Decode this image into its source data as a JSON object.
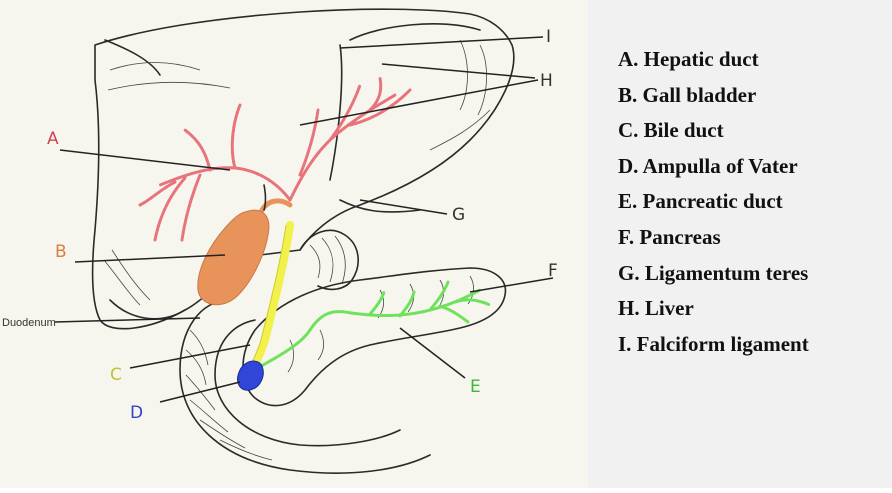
{
  "diagram": {
    "labels": {
      "A": "A",
      "B": "B",
      "C": "C",
      "D": "D",
      "E": "E",
      "F": "F",
      "G": "G",
      "H": "H",
      "I": "I",
      "duodenum": "Duodenum"
    },
    "colors": {
      "hepatic_duct": "#e8737a",
      "gall_bladder": "#e8935a",
      "bile_duct": "#f2f04a",
      "ampulla": "#2f46d8",
      "pancreatic_duct": "#6ee25a",
      "label_A": "#d0454d",
      "label_B": "#d98040",
      "label_C": "#c8c030",
      "label_D": "#2f46c8",
      "label_E": "#3cb83c",
      "label_dark": "#333333"
    }
  },
  "legend": {
    "items": [
      "A. Hepatic duct",
      "B. Gall bladder",
      "C. Bile duct",
      "D. Ampulla of Vater",
      "E. Pancreatic duct",
      "F. Pancreas",
      "G. Ligamentum teres",
      "H. Liver",
      "I. Falciform ligament"
    ]
  }
}
